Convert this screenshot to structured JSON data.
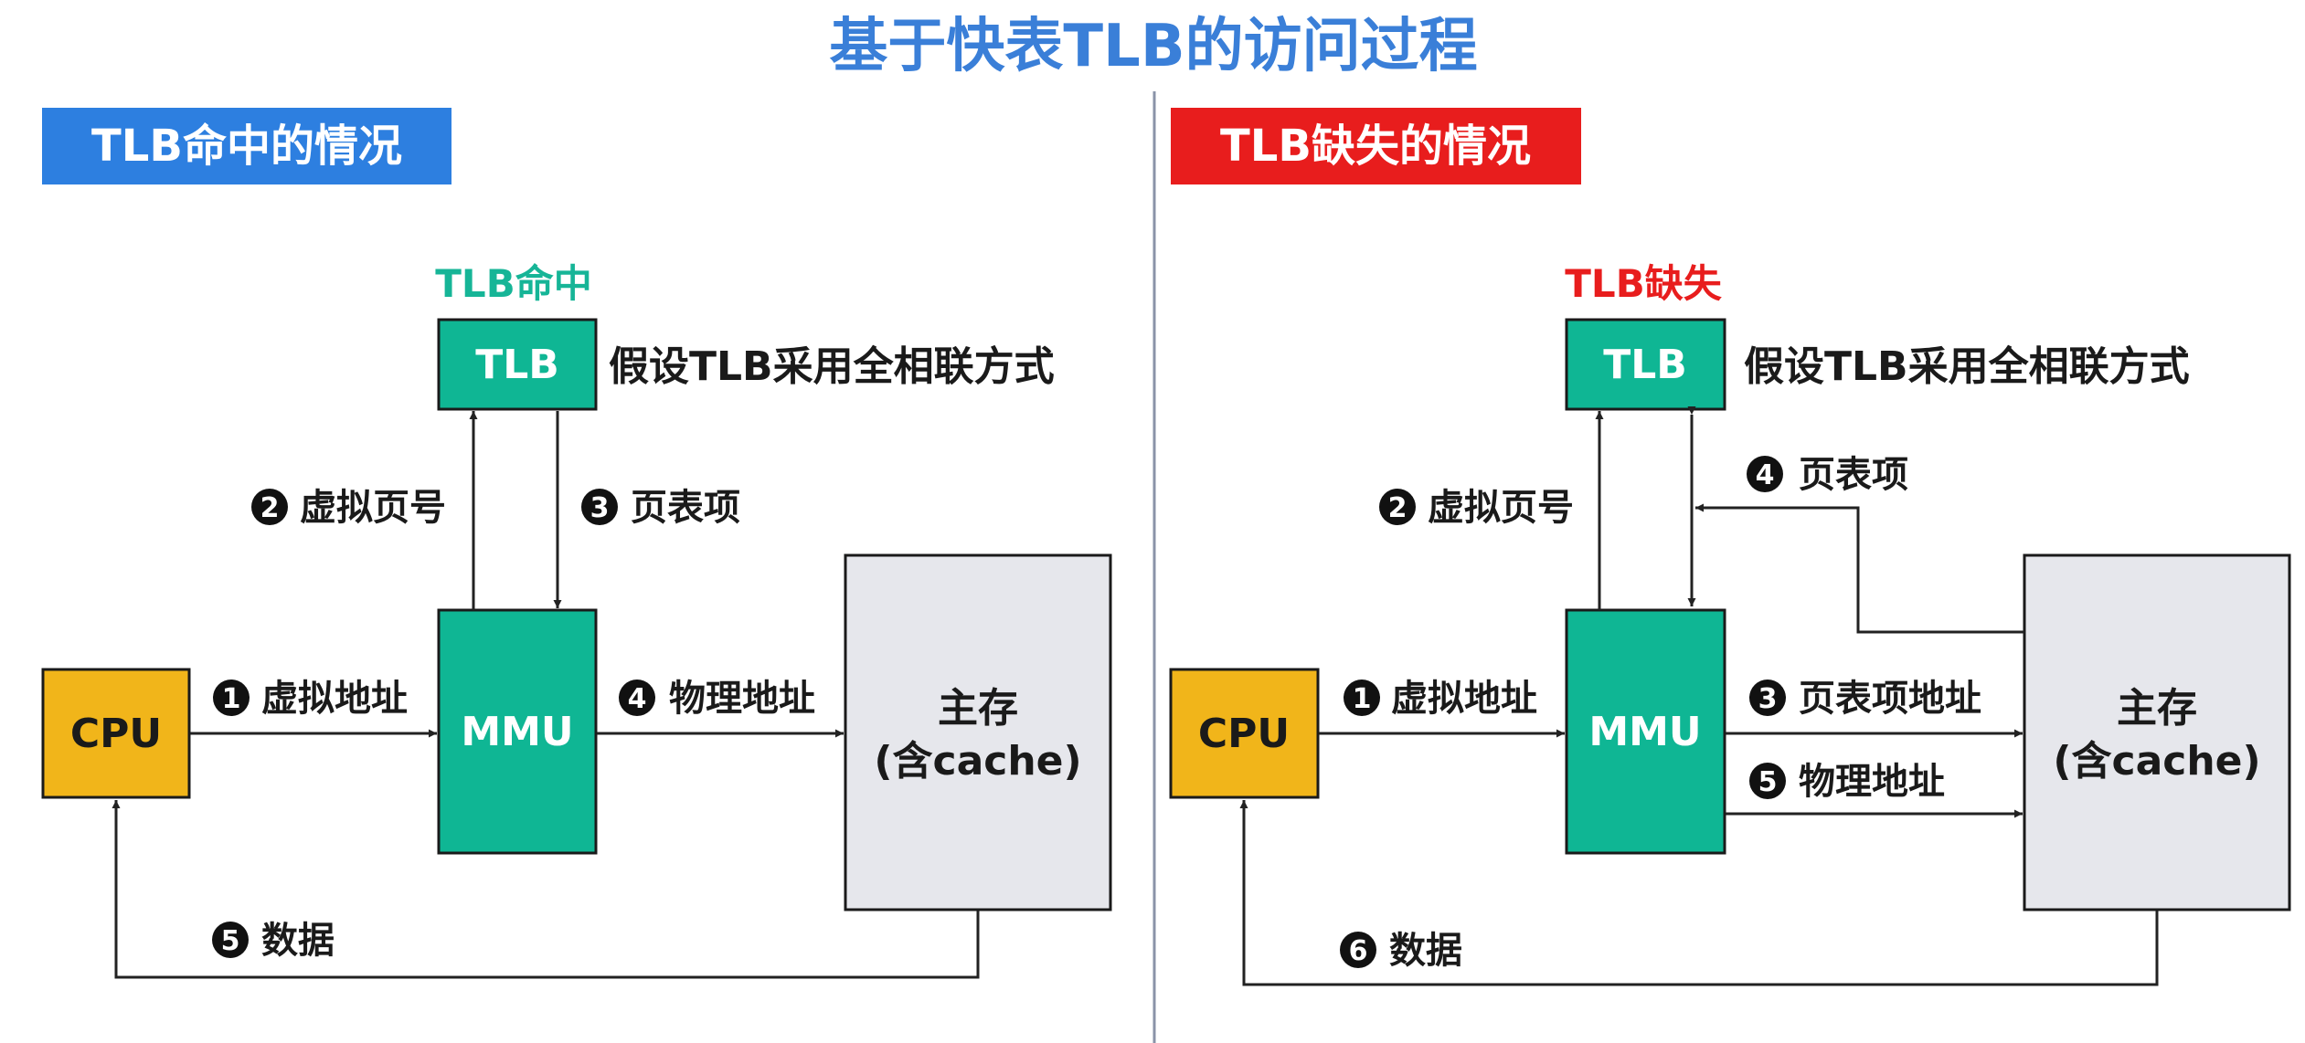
{
  "title": "基于快表TLB的访问过程",
  "colors": {
    "title": "#3a7fd8",
    "hit_header_bg": "#2d7fe0",
    "miss_header_bg": "#e81d1d",
    "hit_status": "#16b597",
    "miss_status": "#e81d1d",
    "unit_fill": "#0fb694",
    "cpu_fill": "#f1b51a",
    "memory_fill": "#e6e7ec",
    "divider": "#8a93a8"
  },
  "left_panel": {
    "header": "TLB命中的情况",
    "status": "TLB命中",
    "tlb": "TLB",
    "note": "假设TLB采用全相联方式",
    "cpu": "CPU",
    "mmu": "MMU",
    "memory_line1": "主存",
    "memory_line2": "(含cache)",
    "steps": [
      {
        "num": "2",
        "text": "虚拟页号"
      },
      {
        "num": "3",
        "text": "页表项"
      },
      {
        "num": "1",
        "text": "虚拟地址"
      },
      {
        "num": "4",
        "text": "物理地址"
      },
      {
        "num": "5",
        "text": "数据"
      }
    ]
  },
  "right_panel": {
    "header": "TLB缺失的情况",
    "status": "TLB缺失",
    "tlb": "TLB",
    "note": "假设TLB采用全相联方式",
    "cpu": "CPU",
    "mmu": "MMU",
    "memory_line1": "主存",
    "memory_line2": "(含cache)",
    "steps": [
      {
        "num": "2",
        "text": "虚拟页号"
      },
      {
        "num": "4",
        "text": "页表项"
      },
      {
        "num": "1",
        "text": "虚拟地址"
      },
      {
        "num": "3",
        "text": "页表项地址"
      },
      {
        "num": "5",
        "text": "物理地址"
      },
      {
        "num": "6",
        "text": "数据"
      }
    ]
  }
}
